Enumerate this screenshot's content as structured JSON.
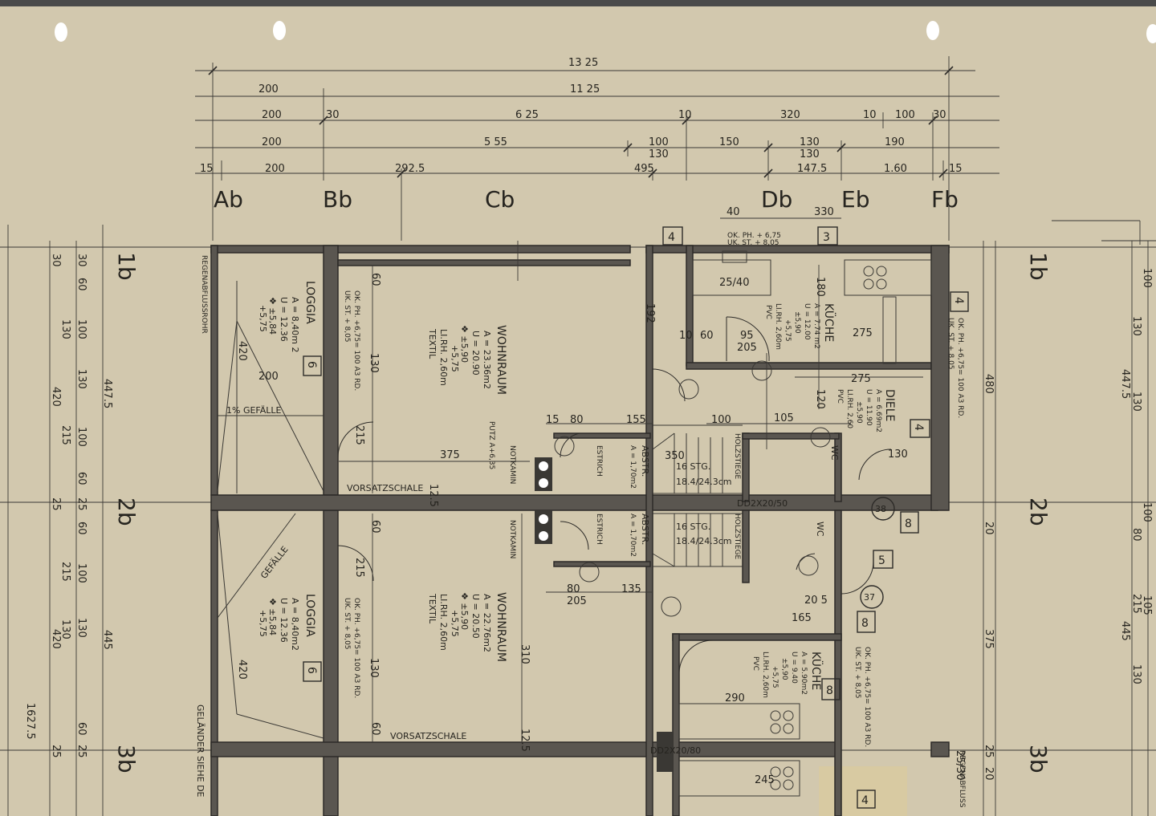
{
  "top_dims": {
    "row1": "13 25",
    "row2": [
      "200",
      "11 25"
    ],
    "row3": [
      "200",
      "30",
      "6 25",
      "10",
      "320",
      "10",
      "100",
      "30"
    ],
    "row4": [
      "200",
      "5 55",
      "100",
      "130",
      "150",
      "130",
      "130",
      "190"
    ],
    "row5": [
      "15",
      "200",
      "292.5",
      "495",
      "147.5",
      "1.60",
      "15"
    ]
  },
  "axes_top": [
    "Ab",
    "Bb",
    "Cb",
    "Db",
    "Eb",
    "Fb"
  ],
  "axes_side": [
    "1b",
    "2b",
    "3b"
  ],
  "left_dims": [
    "30",
    "30",
    "60",
    "130",
    "100",
    "130",
    "420",
    "447.5",
    "215",
    "100",
    "60",
    "25",
    "25",
    "60",
    "100",
    "215",
    "130",
    "420",
    "445",
    "130",
    "1627.5",
    "60",
    "25",
    "25"
  ],
  "right_dims": [
    "100",
    "130",
    "447.5",
    "130",
    "480",
    "100",
    "80",
    "215",
    "105",
    "445",
    "375",
    "130",
    "20",
    "25",
    "20"
  ],
  "rooms": {
    "loggia1": {
      "name": "LOGGIA",
      "a": "A = 8,40m 2",
      "u": "U = 12.36",
      "fl1": "❖ ±5,84",
      "fl2": "+5,75",
      "num": "6"
    },
    "wohnraum1": {
      "name": "WOHNRAUM",
      "a": "A = 23.36m2",
      "u": "U = 20.90",
      "fl1": "❖ ±5,90",
      "fl2": "+5,75",
      "lh": "LI.RH. 2,60m",
      "fl": "TEXTIL"
    },
    "kueche1": {
      "name": "KÜCHE",
      "a": "A = 7.74 m2",
      "u": "U = 12.00",
      "fl1": "±5,90",
      "fl2": "+5,75",
      "lh": "LI.RH. 2,60m",
      "fl": "PVC",
      "num": "4"
    },
    "diele1": {
      "name": "DIELE",
      "a": "A = 6.69m2",
      "u": "U = 11.90",
      "fl1": "±5,90",
      "fl2": "+5,75",
      "lh": "LI.RH. 2,60",
      "fl": "PVC",
      "num": "4"
    },
    "astr1": {
      "name": "ABSTR.",
      "a": "A = 1,70m2"
    },
    "loggia2": {
      "name": "LOGGIA",
      "a": "A = 8,40m2",
      "u": "U = 12.36",
      "fl1": "❖ ±5,84",
      "fl2": "+5,75",
      "num": "6"
    },
    "wohnraum2": {
      "name": "WOHNRAUM",
      "a": "A = 22.76m2",
      "u": "U = 20.50",
      "fl1": "❖ ±5,90",
      "fl2": "+5,75",
      "lh": "LI.RH. 2,60m",
      "fl": "TEXTIL"
    },
    "astr2": {
      "name": "ABSTR.",
      "a": "A = 1,70m2"
    },
    "kueche2": {
      "name": "KÜCHE",
      "a": "A = 5.90m2",
      "u": "U = 9.40",
      "fl1": "±5,90",
      "fl2": "+5,75",
      "lh": "LI.RH. 2,60m",
      "fl": "PVC",
      "num": "8"
    },
    "wc": {
      "name": "WC"
    }
  },
  "labels": {
    "vorsatzschale": "VORSATZSCHALE",
    "gefaelle1": "1% GEFÄLLE",
    "gefaelle2": "GEFÄLLE",
    "stairs1": "16 STG.",
    "stairs1b": "18.4/24.3cm",
    "stairs2": "16 STG.",
    "stairs2b": "18.4/24.3cm",
    "dd1": "DD2X20/50",
    "dd2": "DD2X20/80",
    "regenfallrohr": "REGENABFLUSSROHR",
    "regenfallrohr2": "REGENABFLUSS",
    "gelaender": "GELÄNDER SIEHE DE",
    "okph1": "OK. PH. + 6,75",
    "ukst1": "UK. ST. + 8,05",
    "okph_full": "OK. PH. +6,75= 100 A3 RD.",
    "ukst_full": "UK. ST. + 8,05",
    "estrich": "ESTRICH",
    "holzstiege": "HOLZSTIEGE",
    "notkamin": "NOTKAMIN",
    "putz": "PUTZ A+6,35",
    "num_3": "3",
    "num_4": "4",
    "num_5": "5",
    "num_8": "8",
    "num_38": "38",
    "num_37": "37",
    "d_2540": "25/40",
    "d_275a": "275",
    "d_275b": "275",
    "d_330": "330",
    "d_40": "40",
    "d_180": "180",
    "d_60": "60",
    "d_95": "95",
    "d_205": "205",
    "d_10": "10",
    "d_192": "192",
    "d_120": "120",
    "d_105": "105",
    "d_100": "100",
    "d_80": "80",
    "d_15": "15",
    "d_155": "155",
    "d_350": "350",
    "d_130": "130",
    "d_375": "375",
    "d_200": "200",
    "d_215": "215",
    "d_135": "135",
    "d_165": "165",
    "d_290": "290",
    "d_245": "245",
    "d_310": "310",
    "d_125": "12.5",
    "d_420": "420",
    "d_2530": "25/30",
    "d_2205": "20 5"
  }
}
